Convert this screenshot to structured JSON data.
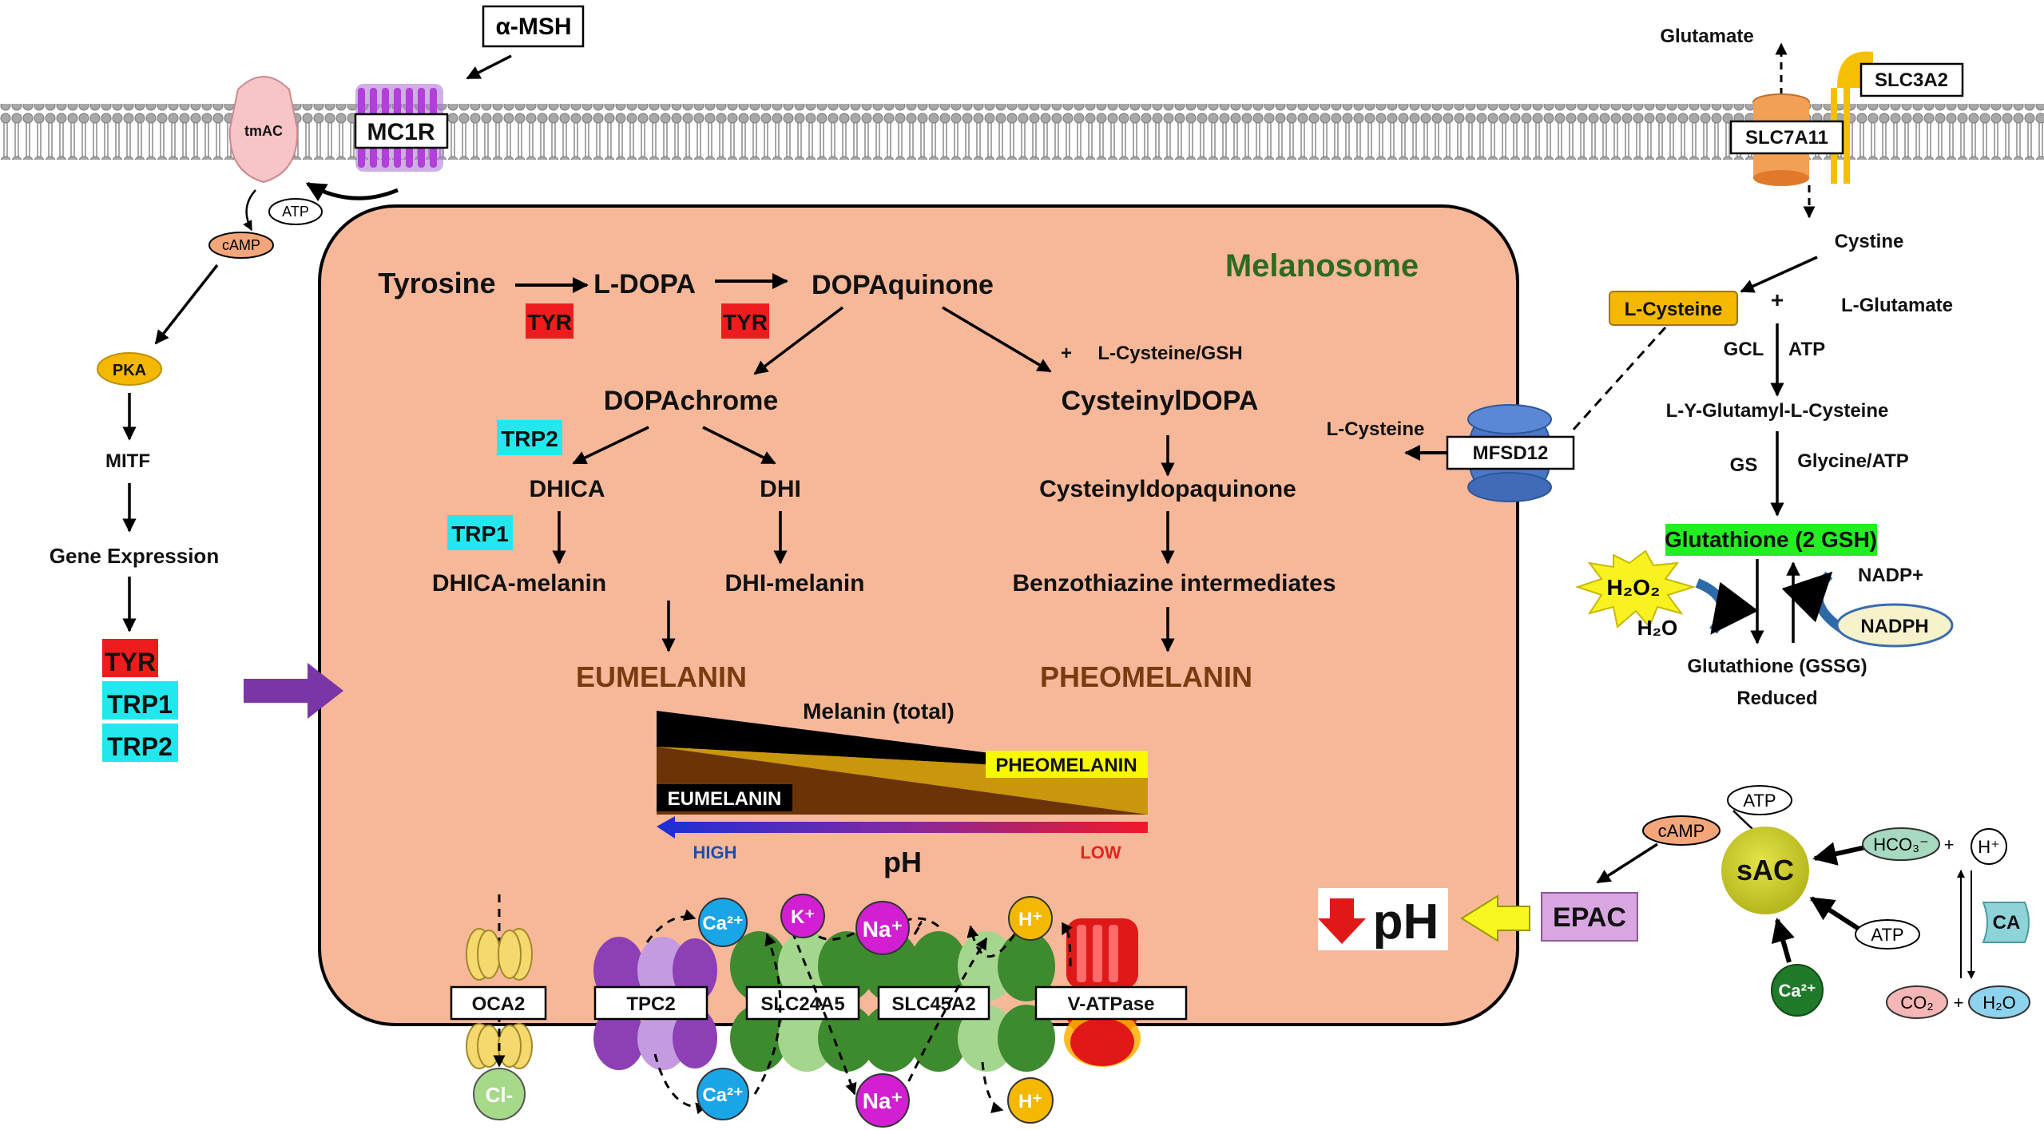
{
  "labels": {
    "alpha_msh": "α-MSH",
    "mc1r": "MC1R",
    "tmac": "tmAC",
    "atp_top": "ATP",
    "camp_left": "cAMP",
    "pka": "PKA",
    "mitf": "MITF",
    "gene_expression": "Gene Expression",
    "tyr_left": "TYR",
    "trp1_left": "TRP1",
    "trp2_left": "TRP2",
    "melanosome": "Melanosome",
    "tyrosine": "Tyrosine",
    "ldopa": "L-DOPA",
    "dopaquinone": "DOPAquinone",
    "tyr_1": "TYR",
    "tyr_2": "TYR",
    "lcys_gsh": "L-Cysteine/GSH",
    "plus_small": "+",
    "dopachrome": "DOPAchrome",
    "cysteinyldopa": "CysteinylDOPA",
    "trp2": "TRP2",
    "dhica": "DHICA",
    "dhi": "DHI",
    "trp1": "TRP1",
    "dhica_melanin": "DHICA-melanin",
    "dhi_melanin": "DHI-melanin",
    "cysteinyldopaquinone": "Cysteinyldopaquinone",
    "benzothiazine": "Benzothiazine intermediates",
    "eumelanin": "EUMELANIN",
    "pheomelanin": "PHEOMELANIN",
    "melanin_total": "Melanin (total)",
    "pheo_box": "PHEOMELANIN",
    "eu_box": "EUMELANIN",
    "high": "HIGH",
    "low": "LOW",
    "ph": "pH",
    "glutamate": "Glutamate",
    "slc3a2": "SLC3A2",
    "slc7a11": "SLC7A11",
    "cystine": "Cystine",
    "lcysteine_box": "L-Cysteine",
    "plus": "+",
    "lglutamate": "L-Glutamate",
    "gcl": "GCL",
    "atp_gcl": "ATP",
    "lgamma": "L-Y-Glutamyl-L-Cysteine",
    "gs": "GS",
    "glycine_atp": "Glycine/ATP",
    "lcysteine_out": "L-Cysteine",
    "mfsd12": "MFSD12",
    "glutathione": "Glutathione (2 GSH)",
    "h2o2": "H₂O₂",
    "h2o_right": "H₂O",
    "nadp_plus": "NADP+",
    "nadph": "NADPH",
    "gssg": "Glutathione (GSSG)",
    "reduced": "Reduced",
    "atp_sac_top": "ATP",
    "camp_right": "cAMP",
    "sac": "sAC",
    "hco3": "HCO₃⁻",
    "plus_hco3": "+",
    "hplus_right": "H⁺",
    "ca_enzyme": "CA",
    "atp_sac_bottom": "ATP",
    "ca2_sac": "Ca²⁺",
    "co2": "CO₂",
    "plus_co2": "+",
    "h2o_sac": "H₂O",
    "epac": "EPAC",
    "ph_big": "pH",
    "oca2": "OCA2",
    "tpc2": "TPC2",
    "slc24a5": "SLC24A5",
    "slc45a2": "SLC45A2",
    "vatpase": "V-ATPase",
    "cl": "Cl-",
    "ca2_top": "Ca²⁺",
    "k_top": "K⁺",
    "na_top": "Na⁺",
    "h_top": "H⁺",
    "ca2_bottom": "Ca²⁺",
    "na_bottom": "Na⁺",
    "h_bottom": "H⁺"
  },
  "colors": {
    "melanosome_fill": "#f7b89a",
    "tyr_red": "#ee1c1c",
    "trp_cyan": "#22e8ee",
    "eumelanin_brown": "#7a3b10",
    "melanosome_title_green": "#2e6b1f",
    "glutathione_green": "#22ee22",
    "membrane_grey": "#9a9a9a",
    "purple_arrow": "#7a35a6",
    "channel_green": "#3e8a2e",
    "channel_purple": "#8d3fb5",
    "sac_yellow": "#c9c92a",
    "high_blue": "#1e4fa8",
    "low_red": "#e8231e"
  }
}
